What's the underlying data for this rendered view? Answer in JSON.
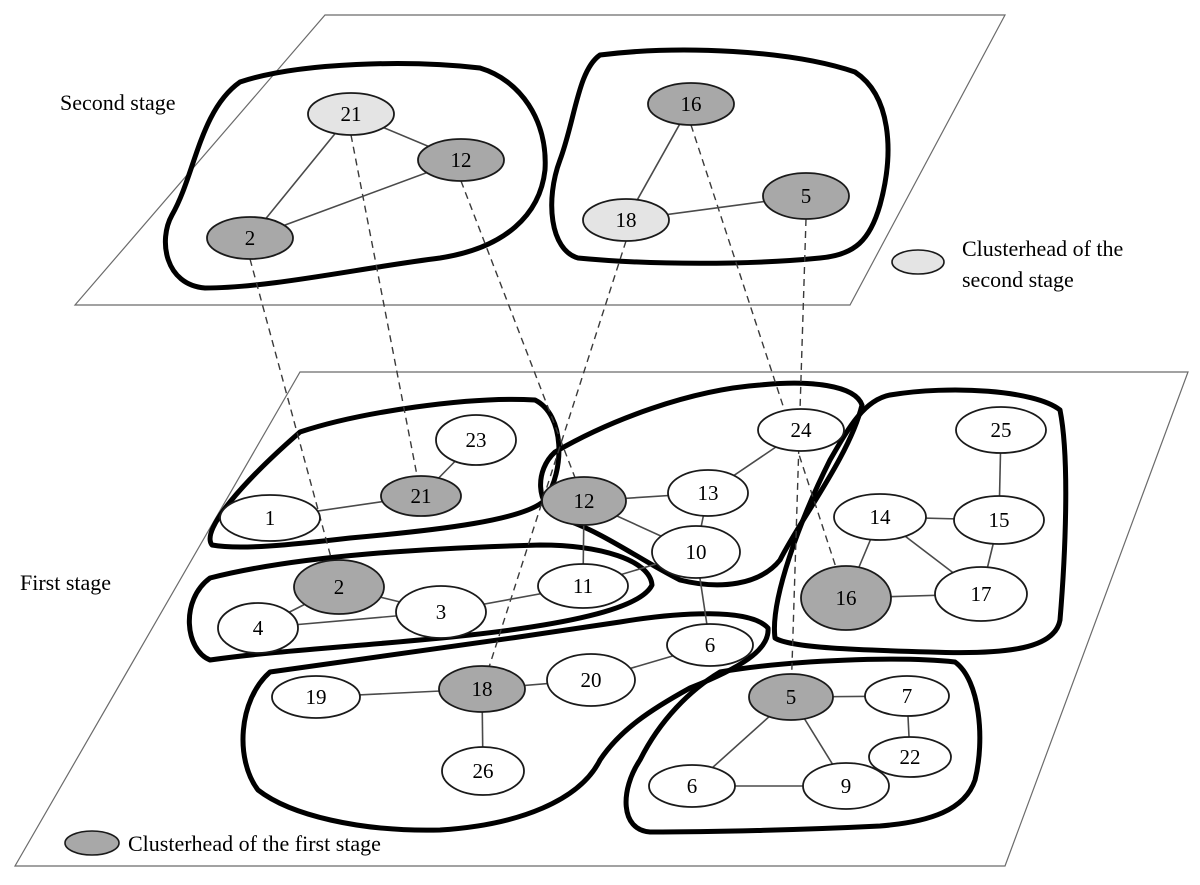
{
  "labels": {
    "second_stage": "Second stage",
    "first_stage": "First stage",
    "legend_second_line1": "Clusterhead of the",
    "legend_second_line2": "second stage",
    "legend_first": "Clusterhead of the first stage"
  },
  "colors": {
    "first_stage_clusterhead": "#a8a8a8",
    "second_stage_clusterhead": "#e4e4e4",
    "ordinary_node": "#ffffff"
  },
  "second_stage": {
    "nodes": [
      {
        "id": "s21",
        "label": "21",
        "role": "second-stage-clusterhead"
      },
      {
        "id": "s12",
        "label": "12",
        "role": "first-stage-clusterhead"
      },
      {
        "id": "s2",
        "label": "2",
        "role": "first-stage-clusterhead"
      },
      {
        "id": "s16",
        "label": "16",
        "role": "first-stage-clusterhead"
      },
      {
        "id": "s18",
        "label": "18",
        "role": "second-stage-clusterhead"
      },
      {
        "id": "s5",
        "label": "5",
        "role": "first-stage-clusterhead"
      }
    ]
  },
  "first_stage": {
    "nodes": [
      {
        "id": "f1",
        "label": "1",
        "role": "node"
      },
      {
        "id": "f23",
        "label": "23",
        "role": "node"
      },
      {
        "id": "f21",
        "label": "21",
        "role": "first-stage-clusterhead"
      },
      {
        "id": "f12",
        "label": "12",
        "role": "first-stage-clusterhead"
      },
      {
        "id": "f24",
        "label": "24",
        "role": "node"
      },
      {
        "id": "f13",
        "label": "13",
        "role": "node"
      },
      {
        "id": "f10",
        "label": "10",
        "role": "node"
      },
      {
        "id": "f25",
        "label": "25",
        "role": "node"
      },
      {
        "id": "f14",
        "label": "14",
        "role": "node"
      },
      {
        "id": "f15",
        "label": "15",
        "role": "node"
      },
      {
        "id": "f16",
        "label": "16",
        "role": "first-stage-clusterhead"
      },
      {
        "id": "f17",
        "label": "17",
        "role": "node"
      },
      {
        "id": "f2",
        "label": "2",
        "role": "first-stage-clusterhead"
      },
      {
        "id": "f4",
        "label": "4",
        "role": "node"
      },
      {
        "id": "f3",
        "label": "3",
        "role": "node"
      },
      {
        "id": "f11",
        "label": "11",
        "role": "node"
      },
      {
        "id": "f6a",
        "label": "6",
        "role": "node"
      },
      {
        "id": "f19",
        "label": "19",
        "role": "node"
      },
      {
        "id": "f18",
        "label": "18",
        "role": "first-stage-clusterhead"
      },
      {
        "id": "f20",
        "label": "20",
        "role": "node"
      },
      {
        "id": "f26",
        "label": "26",
        "role": "node"
      },
      {
        "id": "f5",
        "label": "5",
        "role": "first-stage-clusterhead"
      },
      {
        "id": "f7",
        "label": "7",
        "role": "node"
      },
      {
        "id": "f22",
        "label": "22",
        "role": "node"
      },
      {
        "id": "f6b",
        "label": "6",
        "role": "node"
      },
      {
        "id": "f9",
        "label": "9",
        "role": "node"
      }
    ]
  },
  "edges": [
    [
      "s21",
      "s12"
    ],
    [
      "s21",
      "s2"
    ],
    [
      "s2",
      "s12"
    ],
    [
      "s16",
      "s18"
    ],
    [
      "s18",
      "s5"
    ],
    [
      "f1",
      "f21"
    ],
    [
      "f21",
      "f23"
    ],
    [
      "f12",
      "f13"
    ],
    [
      "f13",
      "f24"
    ],
    [
      "f13",
      "f10"
    ],
    [
      "f12",
      "f10"
    ],
    [
      "f12",
      "f11"
    ],
    [
      "f14",
      "f15"
    ],
    [
      "f15",
      "f25"
    ],
    [
      "f15",
      "f17"
    ],
    [
      "f14",
      "f17"
    ],
    [
      "f14",
      "f16"
    ],
    [
      "f16",
      "f17"
    ],
    [
      "f2",
      "f4"
    ],
    [
      "f2",
      "f3"
    ],
    [
      "f4",
      "f3"
    ],
    [
      "f3",
      "f11"
    ],
    [
      "f10",
      "f6a"
    ],
    [
      "f11",
      "f10"
    ],
    [
      "f19",
      "f18"
    ],
    [
      "f18",
      "f20"
    ],
    [
      "f20",
      "f6a"
    ],
    [
      "f18",
      "f26"
    ],
    [
      "f5",
      "f7"
    ],
    [
      "f7",
      "f22"
    ],
    [
      "f5",
      "f6b"
    ],
    [
      "f5",
      "f9"
    ],
    [
      "f6b",
      "f9"
    ],
    [
      "f22",
      "f9"
    ]
  ],
  "inter_stage_links": [
    [
      "s2",
      "f2"
    ],
    [
      "s21",
      "f21"
    ],
    [
      "s12",
      "f12"
    ],
    [
      "s18",
      "f18"
    ],
    [
      "s16",
      "f16"
    ],
    [
      "s5",
      "f5"
    ]
  ]
}
